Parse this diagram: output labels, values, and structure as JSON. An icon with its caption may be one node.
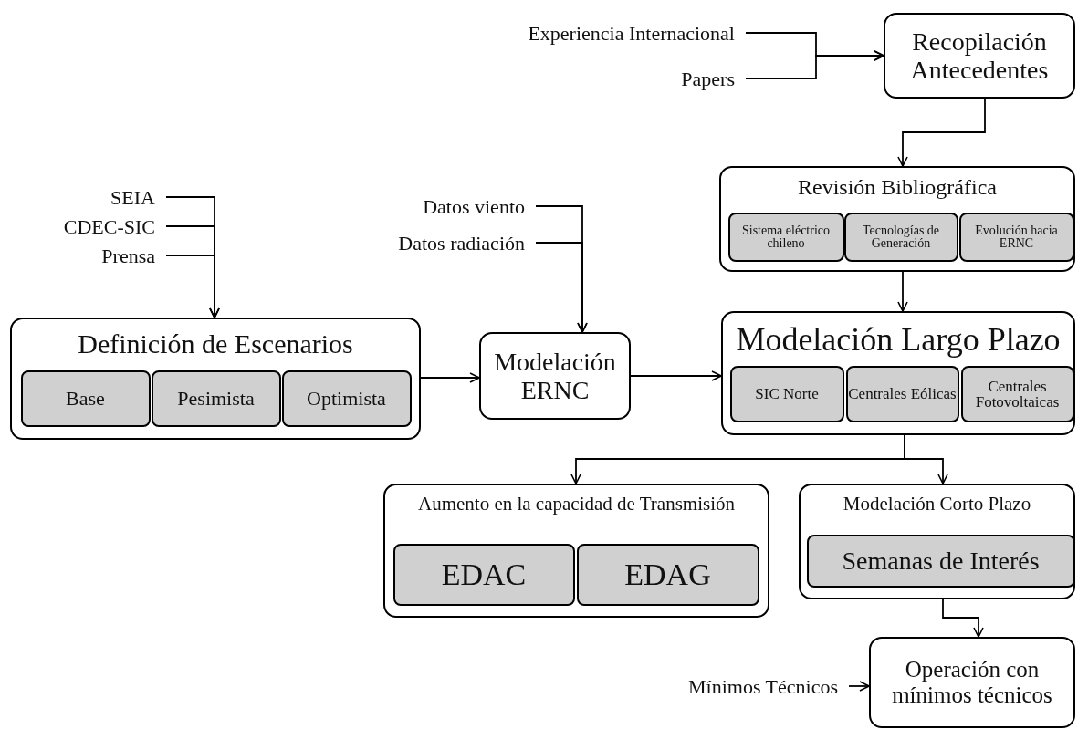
{
  "diagram": {
    "nodes": [
      {
        "text": [
          "Experiencia Internacional"
        ]
      },
      {
        "text": [
          "Papers"
        ]
      },
      {
        "text": [
          "Recopilación Antecedentes"
        ]
      },
      {
        "text": [
          "Revisión Bibliográfica"
        ]
      },
      {
        "text": [
          "Sistema eléctrico chileno"
        ],
        "in": 3
      },
      {
        "text": [
          "Tecnologías de Generación"
        ],
        "in": 3
      },
      {
        "text": [
          "Evolución hacia ERNC"
        ],
        "in": 3
      },
      {
        "text": [
          "SEIA"
        ]
      },
      {
        "text": [
          "CDEC-SIC"
        ]
      },
      {
        "text": [
          "Prensa"
        ]
      },
      {
        "text": [
          "Datos viento"
        ]
      },
      {
        "text": [
          "Datos radiación"
        ]
      },
      {
        "text": [
          "Definición de Escenarios"
        ]
      },
      {
        "text": [
          "Base"
        ],
        "in": 12
      },
      {
        "text": [
          "Pesimista"
        ],
        "in": 12
      },
      {
        "text": [
          "Optimista"
        ],
        "in": 12
      },
      {
        "text": [
          "Modelación ERNC"
        ]
      },
      {
        "text": [
          "Modelación Largo Plazo"
        ]
      },
      {
        "text": [
          "SIC Norte"
        ],
        "in": 17
      },
      {
        "text": [
          "Centrales Eólicas"
        ],
        "in": 17
      },
      {
        "text": [
          "Centrales Fotovoltaicas"
        ],
        "in": 17
      },
      {
        "text": [
          "Aumento en la capacidad de Transmisión"
        ]
      },
      {
        "text": [
          "EDAC"
        ],
        "in": 21
      },
      {
        "text": [
          "EDAG"
        ],
        "in": 21
      },
      {
        "text": [
          "Modelación Corto Plazo"
        ]
      },
      {
        "text": [
          "Semanas de Interés"
        ],
        "in": 24
      },
      {
        "text": [
          "Mínimos Técnicos"
        ]
      },
      {
        "text": [
          "Operación con mínimos técnicos"
        ]
      }
    ],
    "edges": [
      {
        "from": 0,
        "to": 2,
        "arrow": "to"
      },
      {
        "from": 1,
        "to": 2,
        "arrow": "to"
      },
      {
        "from": 2,
        "to": 3,
        "arrow": "to"
      },
      {
        "from": 7,
        "to": 12,
        "arrow": "to"
      },
      {
        "from": 8,
        "to": 12,
        "arrow": "to"
      },
      {
        "from": 9,
        "to": 12,
        "arrow": "to"
      },
      {
        "from": 10,
        "to": 16,
        "arrow": "to"
      },
      {
        "from": 11,
        "to": 16,
        "arrow": "to"
      },
      {
        "from": 12,
        "to": 16,
        "arrow": "to"
      },
      {
        "from": 16,
        "to": 17,
        "arrow": "to"
      },
      {
        "from": 3,
        "to": 17,
        "arrow": "to"
      },
      {
        "from": 17,
        "to": 21,
        "arrow": "to"
      },
      {
        "from": 17,
        "to": 24,
        "arrow": "to"
      },
      {
        "from": 24,
        "to": 27,
        "arrow": "to"
      },
      {
        "from": 26,
        "to": 27,
        "arrow": "to"
      }
    ]
  }
}
